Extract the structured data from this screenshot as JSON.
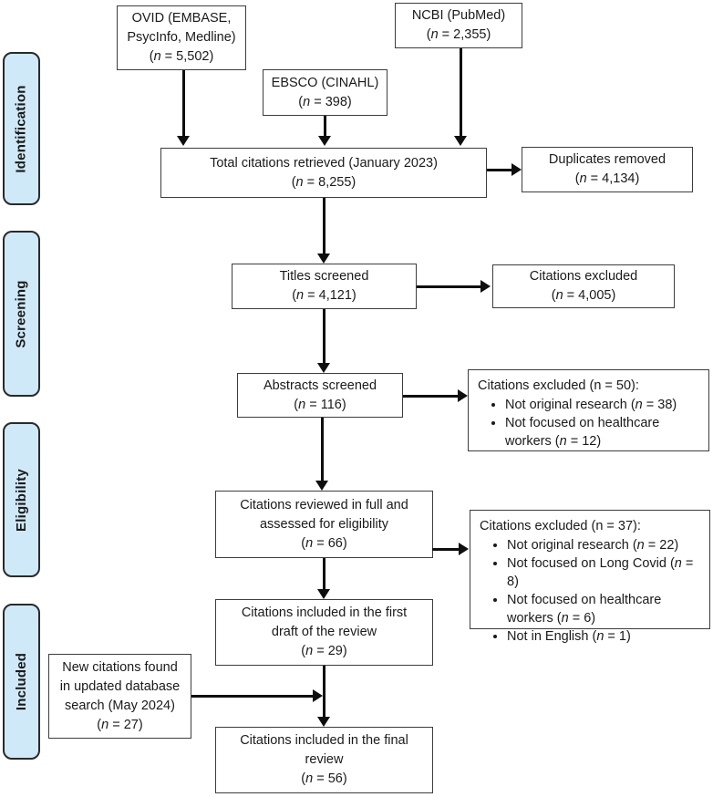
{
  "colors": {
    "stage_fill": "#cfe9f8",
    "box_border": "#3d3d3d",
    "arrow_color": "#0e0e0e",
    "text_color": "#1a1a1a"
  },
  "stages": [
    {
      "label": "Identification"
    },
    {
      "label": "Screening"
    },
    {
      "label": "Eligibility"
    },
    {
      "label": "Included"
    }
  ],
  "boxes": {
    "ovid": {
      "text": "OVID (EMBASE,\nPsycInfo, Medline)\n(n = 5,502)"
    },
    "ebsco": {
      "text": "EBSCO (CINAHL)\n(n = 398)"
    },
    "ncbi": {
      "text": "NCBI (PubMed)\n(n = 2,355)"
    },
    "total": {
      "text": "Total citations retrieved (January 2023)\n(n = 8,255)"
    },
    "duplicates": {
      "text": "Duplicates removed\n(n = 4,134)"
    },
    "titles": {
      "text": "Titles screened\n(n = 4,121)"
    },
    "titles_excluded": {
      "text": "Citations excluded\n(n = 4,005)"
    },
    "abstracts": {
      "text": "Abstracts screened\n(n = 116)"
    },
    "abstracts_excluded": {
      "header": "Citations excluded (n = 50):",
      "bullets": [
        "Not original research (n = 38)",
        "Not focused on healthcare\nworkers (n = 12)"
      ]
    },
    "full_review": {
      "text": "Citations reviewed in full and\nassessed for eligibility\n(n = 66)"
    },
    "full_excluded": {
      "header": "Citations excluded (n = 37):",
      "bullets": [
        "Not original research (n = 22)",
        "Not focused on Long Covid (n = 8)",
        "Not focused on healthcare\nworkers (n = 6)",
        "Not in English (n = 1)"
      ]
    },
    "first_draft": {
      "text": "Citations included in the first\ndraft of the review\n(n = 29)"
    },
    "new_citations": {
      "text": "New citations found\nin updated database\nsearch (May 2024)\n(n = 27)"
    },
    "final_review": {
      "text": "Citations included in the final\nreview\n(n = 56)"
    }
  }
}
